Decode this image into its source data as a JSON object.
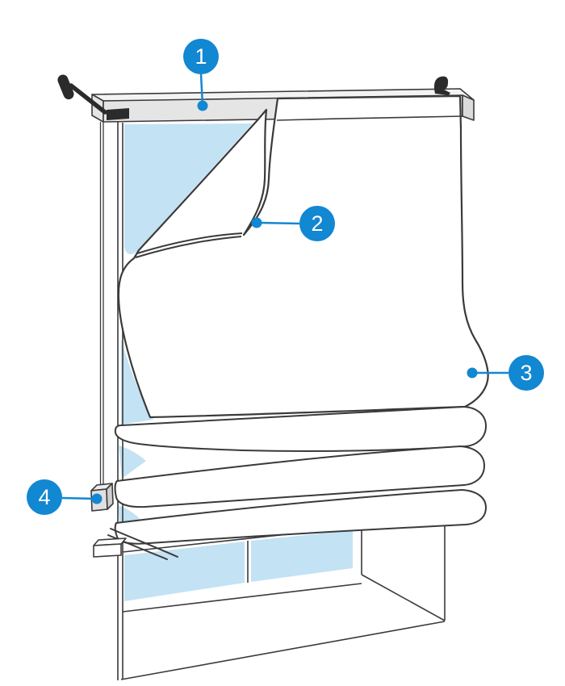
{
  "callouts": {
    "items": [
      {
        "label": "1"
      },
      {
        "label": "2"
      },
      {
        "label": "3"
      },
      {
        "label": "4"
      }
    ]
  },
  "colors": {
    "accent": "#1287D2",
    "glass": "#C3E2F4",
    "rail": "#E5E5E5",
    "railtop": "#F3F3F3",
    "railcap": "#DBDBDB",
    "outline": "#3A3A3A",
    "hardware": "#2B2B2B",
    "background": "#FFFFFF"
  }
}
